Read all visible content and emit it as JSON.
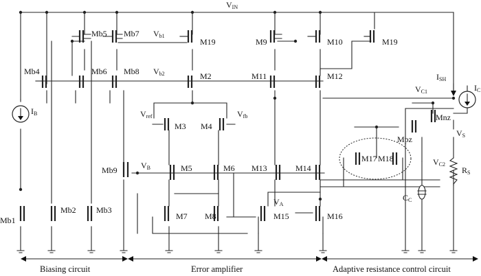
{
  "supply": {
    "main": "V",
    "sub": "IN"
  },
  "nodes": {
    "vb1": {
      "main": "V",
      "sub": "b1"
    },
    "vb2": {
      "main": "V",
      "sub": "b2"
    },
    "vref": {
      "main": "V",
      "sub": "ref"
    },
    "vfb": {
      "main": "V",
      "sub": "fb"
    },
    "vb": {
      "main": "V",
      "sub": "B"
    },
    "va": {
      "main": "V",
      "sub": "A"
    },
    "vc1": {
      "main": "V",
      "sub": "C1"
    },
    "vc2": {
      "main": "V",
      "sub": "C2"
    },
    "vs": {
      "main": "V",
      "sub": "S"
    },
    "ish": {
      "main": "I",
      "sub": "SH"
    },
    "ic": {
      "main": "I",
      "sub": "C"
    },
    "ib": {
      "main": "I",
      "sub": "B"
    }
  },
  "transistors": {
    "mb1": "Mb1",
    "mb2": "Mb2",
    "mb3": "Mb3",
    "mb4": "Mb4",
    "mb5": "Mb5",
    "mb6": "Mb6",
    "mb7": "Mb7",
    "mb8": "Mb8",
    "mb9": "Mb9",
    "m2": "M2",
    "m3": "M3",
    "m4": "M4",
    "m5": "M5",
    "m6": "M6",
    "m7": "M7",
    "m8": "M8",
    "m9": "M9",
    "m10": "M10",
    "m11": "M11",
    "m12": "M12",
    "m13": "M13",
    "m14": "M14",
    "m15": "M15",
    "m16": "M16",
    "m17": "M17",
    "m18": "M18",
    "m19a": "M19",
    "m19b": "M19",
    "mpz": "Mpz",
    "mnz": "Mnz"
  },
  "passives": {
    "cc": {
      "main": "C",
      "sub": "C"
    },
    "rs": {
      "main": "R",
      "sub": "S"
    }
  },
  "sections": {
    "biasing": "Biasing circuit",
    "error_amp": "Error amplifier",
    "adaptive": "Adaptive resistance control circuit"
  }
}
